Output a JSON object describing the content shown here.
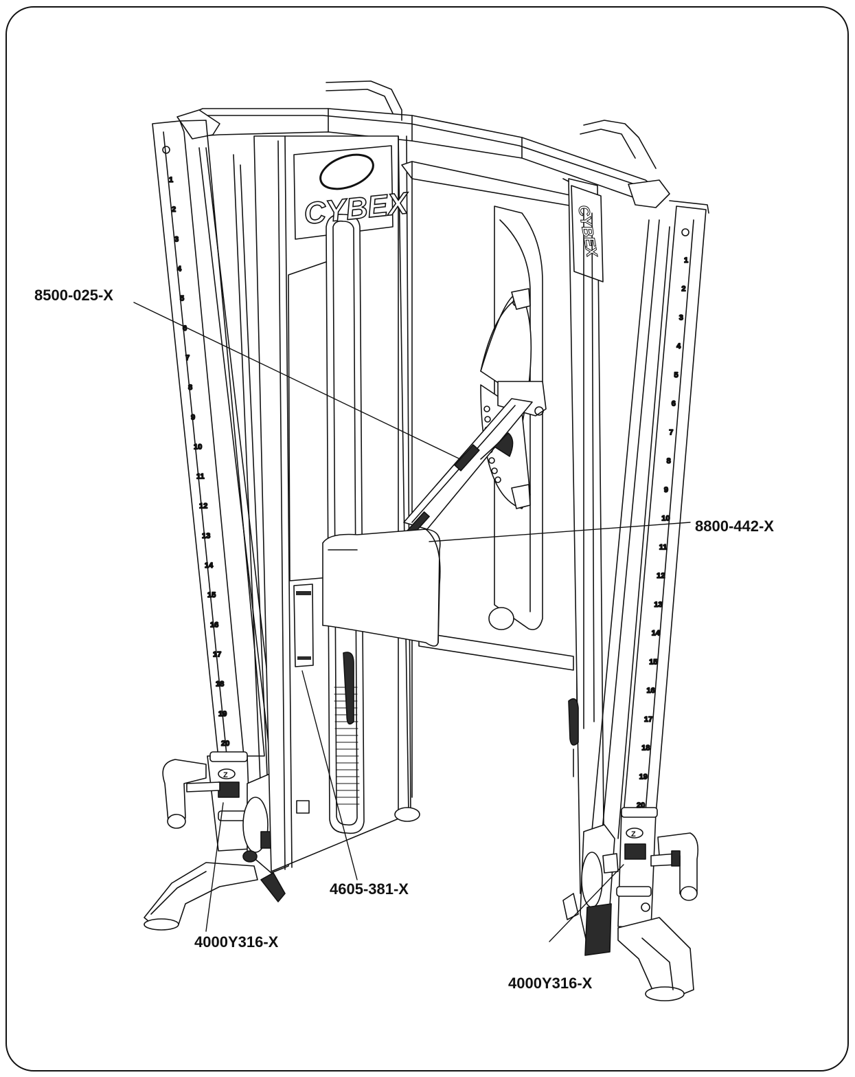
{
  "labels": {
    "callout_top_left": "8500-025-X",
    "callout_right": "8800-442-X",
    "callout_center_bottom": "4605-381-X",
    "callout_bottom_left": "4000Y316-X",
    "callout_bottom_right": "4000Y316-X"
  },
  "brand": {
    "logo_text": "CYBEX"
  },
  "scales": {
    "left_column": [
      "1",
      "2",
      "3",
      "4",
      "5",
      "6",
      "7",
      "8",
      "9",
      "10",
      "11",
      "12",
      "13",
      "14",
      "15",
      "16",
      "17",
      "18",
      "19",
      "20"
    ],
    "right_column": [
      "1",
      "2",
      "3",
      "4",
      "5",
      "6",
      "7",
      "8",
      "9",
      "10",
      "11",
      "12",
      "13",
      "14",
      "15",
      "16",
      "17",
      "18",
      "19",
      "20"
    ],
    "left_collar_marker": "Z",
    "right_collar_marker": "Z"
  },
  "colors": {
    "line": "#111111",
    "panel_fill": "#ffffff",
    "shade_fill": "#2b2b2b",
    "background": "#ffffff"
  }
}
